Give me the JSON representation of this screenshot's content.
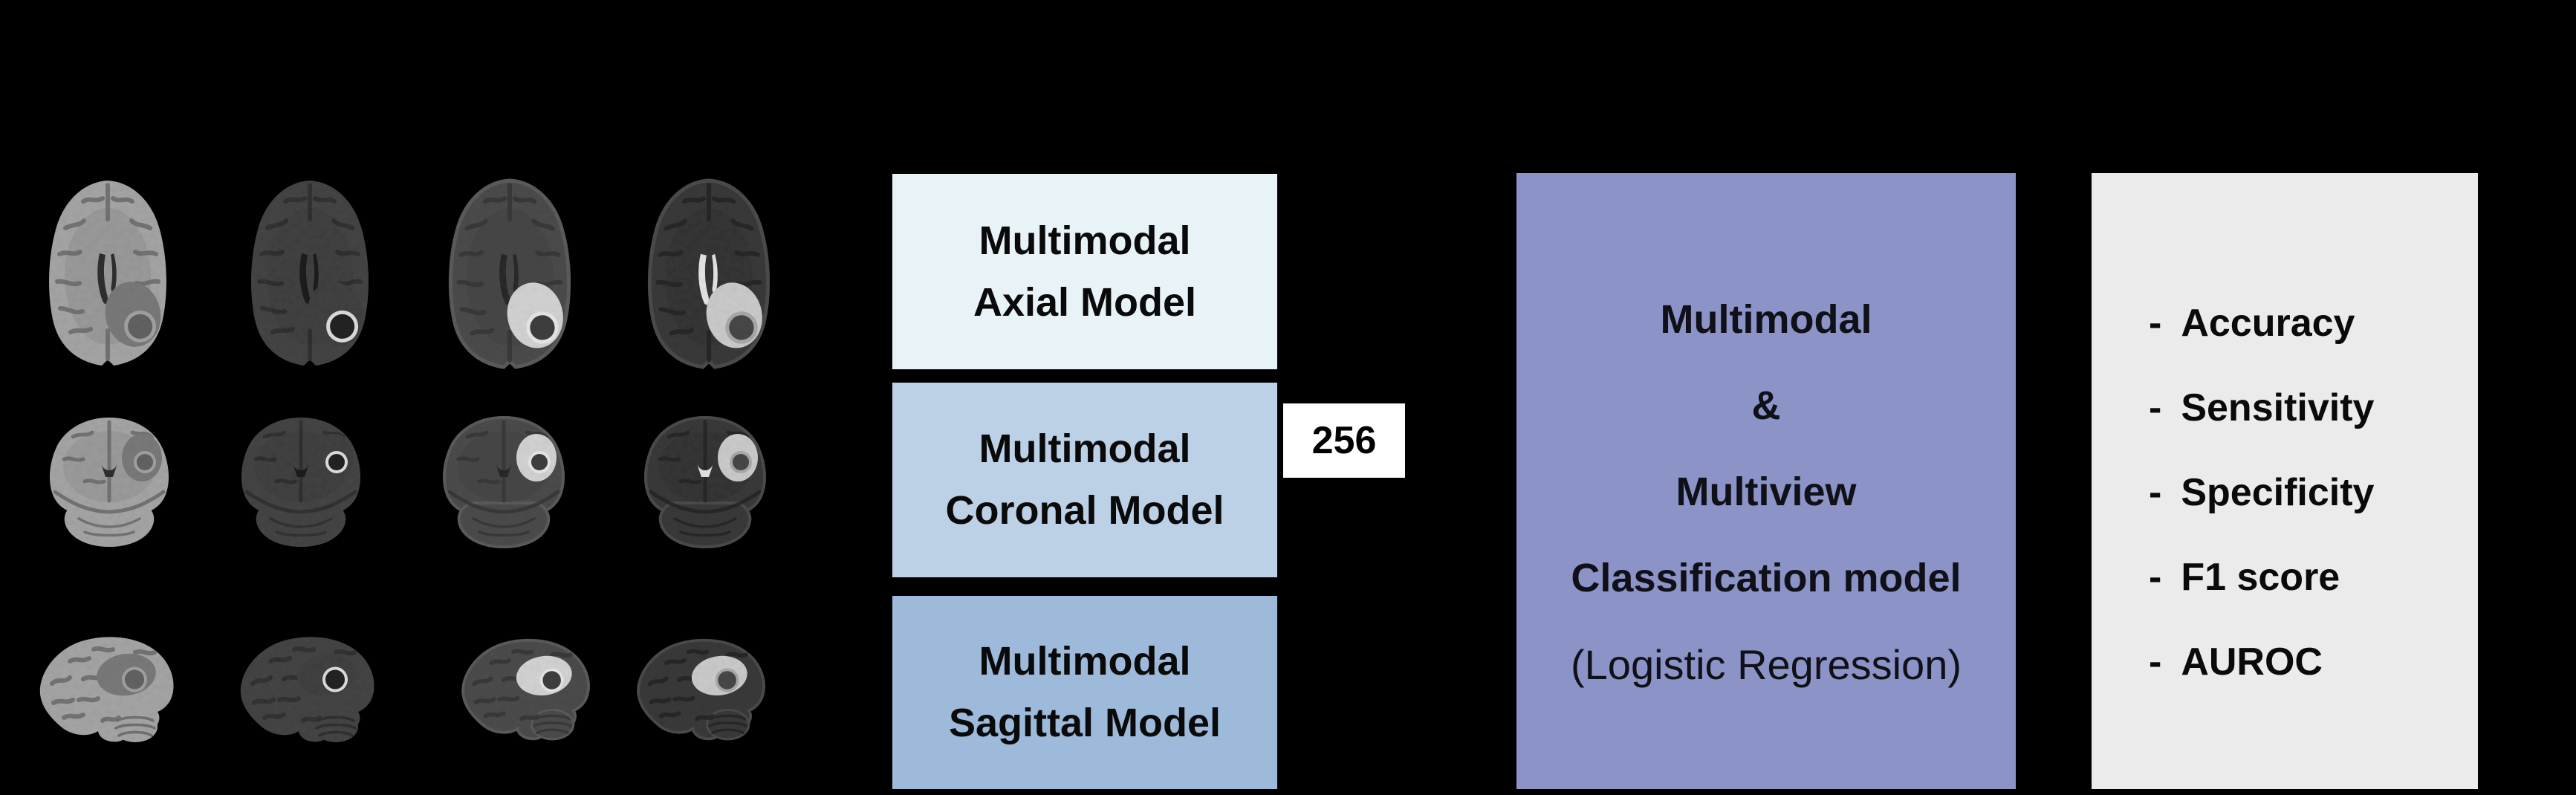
{
  "figure": {
    "background": "#000000",
    "mri_grid": {
      "rows": [
        {
          "orientation": "axial",
          "slice_count": 4
        },
        {
          "orientation": "coronal",
          "slice_count": 4
        },
        {
          "orientation": "sagittal",
          "slice_count": 4
        }
      ]
    },
    "model_boxes": [
      {
        "line1": "Multimodal",
        "line2": "Axial Model",
        "bg": "#e8f3f8"
      },
      {
        "line1": "Multimodal",
        "line2": "Coronal Model",
        "bg": "#bdd1e6"
      },
      {
        "line1": "Multimodal",
        "line2": "Sagittal Model",
        "bg": "#9dbada"
      }
    ],
    "feature_badge": {
      "value": "256",
      "bg": "#ffffff"
    },
    "classifier_box": {
      "bg": "#8c93c6",
      "lines": [
        "Multimodal",
        "&",
        "Multiview",
        "Classification model",
        "(Logistic Regression)"
      ]
    },
    "metrics_box": {
      "bg": "#ebebeb",
      "items": [
        {
          "bullet": "-",
          "label": "Accuracy"
        },
        {
          "bullet": "-",
          "label": "Sensitivity"
        },
        {
          "bullet": "-",
          "label": "Specificity"
        },
        {
          "bullet": "-",
          "label": "F1 score"
        },
        {
          "bullet": "-",
          "label": "AUROC"
        }
      ]
    }
  }
}
